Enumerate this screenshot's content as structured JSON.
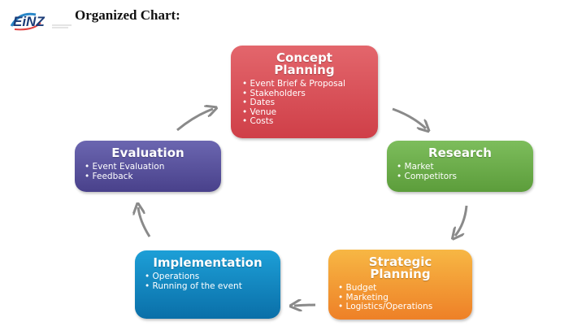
{
  "header": {
    "logo_text": "EiNZ",
    "title": "Organized Chart:"
  },
  "boxes": {
    "concept": {
      "title_line1": "Concept",
      "title_line2": "Planning",
      "items": [
        "Event Brief & Proposal",
        "Stakeholders",
        "Dates",
        "Venue",
        "Costs"
      ],
      "color": "#d94c55"
    },
    "research": {
      "title": "Research",
      "items": [
        "Market",
        "Competitors"
      ],
      "color": "#6aab48"
    },
    "strategic": {
      "title_line1": "Strategic",
      "title_line2": "Planning",
      "items": [
        "Budget",
        "Marketing",
        "Logistics/Operations"
      ],
      "color": "#f39a34"
    },
    "implementation": {
      "title": "Implementation",
      "items": [
        "Operations",
        "Running of the event"
      ],
      "color": "#1186c0"
    },
    "evaluation": {
      "title": "Evaluation",
      "items": [
        "Event Evaluation",
        "Feedback"
      ],
      "color": "#5a539e"
    }
  },
  "arrow_color": "#8a8a8a"
}
